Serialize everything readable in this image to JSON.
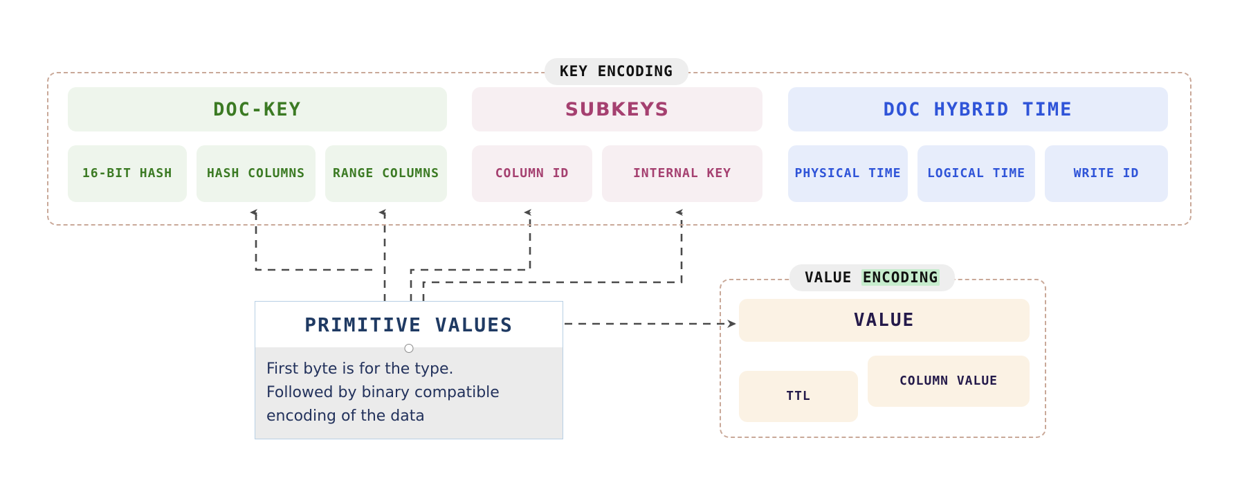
{
  "diagram": {
    "key_encoding": {
      "badge_label": "KEY ENCODING",
      "columns": [
        {
          "name": "doc-key",
          "title": "DOC-KEY",
          "tone": "#3b7a23",
          "background": "#eef5ec",
          "chips": [
            {
              "label": "16-BIT\nHASH"
            },
            {
              "label": "HASH\nCOLUMNS"
            },
            {
              "label": "RANGE\nCOLUMNS"
            }
          ]
        },
        {
          "name": "subkeys",
          "title": "SUBKEYS",
          "tone": "#a54070",
          "background": "#f7eff2",
          "chips": [
            {
              "label": "COLUMN ID"
            },
            {
              "label": "INTERNAL KEY"
            }
          ]
        },
        {
          "name": "doc-hybrid-time",
          "title": "DOC HYBRID TIME",
          "tone": "#2f54d8",
          "background": "#e7edfb",
          "chips": [
            {
              "label": "PHYSICAL\nTIME"
            },
            {
              "label": "LOGICAL\nTIME"
            },
            {
              "label": "WRITE ID"
            }
          ]
        }
      ]
    },
    "value_encoding": {
      "badge_prefix": "VALUE ",
      "badge_highlight": "ENCODING",
      "title": "VALUE",
      "tone": "#241a4a",
      "background": "#fbf2e4",
      "chips": [
        {
          "label": "TTL"
        },
        {
          "label": "COLUMN VALUE"
        }
      ]
    },
    "primitive_values": {
      "title": "PRIMITIVE VALUES",
      "body": "First byte is for the type.\nFollowed by binary compatible encoding of the data",
      "border_color": "#b7cfe4",
      "body_background": "#ebebeb"
    },
    "connectors": {
      "style": "dashed",
      "color": "#4a4a4a",
      "targets": [
        "HASH COLUMNS",
        "RANGE COLUMNS",
        "COLUMN ID",
        "INTERNAL KEY",
        "VALUE"
      ]
    }
  }
}
